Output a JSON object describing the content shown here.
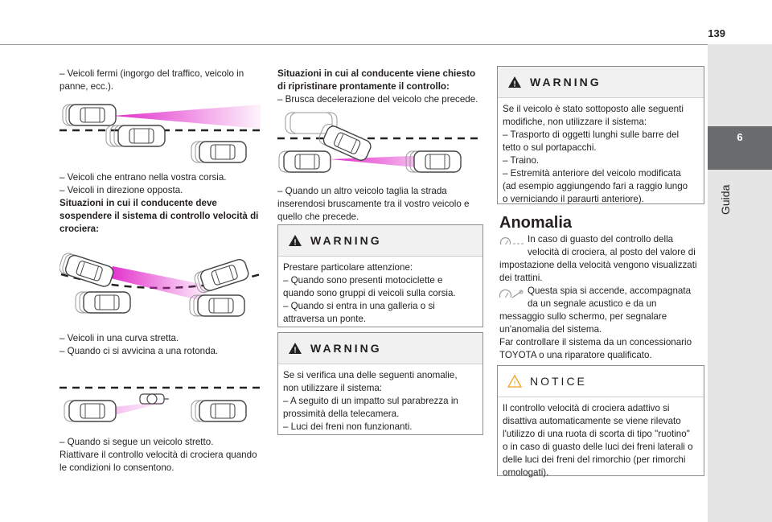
{
  "page_number": "139",
  "side_tab": {
    "number": "6",
    "label": "Guida"
  },
  "col1": {
    "t1": "– Veicoli fermi (ingorgo del traffico, veicolo in",
    "t2": "panne, ecc.).",
    "t3": "– Veicoli che entrano nella vostra corsia.",
    "t4": "– Veicoli in direzione opposta.",
    "h1": "Situazioni in cui il conducente deve",
    "h2": "sospendere il sistema di controllo velocità di",
    "h3": "crociera:",
    "t5": "– Veicoli in una curva stretta.",
    "t6": "– Quando ci si avvicina a una rotonda.",
    "t7": "– Quando si segue un veicolo stretto.",
    "t8": "Riattivare il controllo velocità di crociera quando",
    "t9": "le condizioni lo consentono."
  },
  "col2": {
    "h1": "Situazioni in cui al conducente viene chiesto",
    "h2": "di ripristinare prontamente il controllo:",
    "t1": "– Brusca decelerazione del veicolo che precede.",
    "t2": "– Quando un altro veicolo taglia la strada",
    "t3": "inserendosi bruscamente tra il vostro veicolo e",
    "t4": "quello che precede.",
    "warn1": {
      "title": "WARNING",
      "l1": "Prestare particolare attenzione:",
      "l2": "– Quando sono presenti motociclette e",
      "l3": "quando sono gruppi di veicoli sulla corsia.",
      "l4": "– Quando si entra in una galleria o si",
      "l5": "attraversa un ponte."
    },
    "warn2": {
      "title": "WARNING",
      "l1": "Se si verifica una delle seguenti anomalie,",
      "l2": "non utilizzare il sistema:",
      "l3": "– A seguito di un impatto sul parabrezza in",
      "l4": "prossimità della telecamera.",
      "l5": "– Luci dei freni non funzionanti."
    }
  },
  "col3": {
    "warn": {
      "title": "WARNING",
      "l1": "Se il veicolo è stato sottoposto alle seguenti",
      "l2": "modifiche, non utilizzare il sistema:",
      "l3": "– Trasporto di oggetti lunghi sulle barre del",
      "l4": "tetto o sul portapacchi.",
      "l5": "– Traino.",
      "l6": "– Estremità anteriore del veicolo modificata",
      "l7": "(ad esempio aggiungendo fari a raggio lungo",
      "l8": "o verniciando il paraurti anteriore)."
    },
    "anomalia_title": "Anomalia",
    "a1": "In caso di guasto del controllo della",
    "a2": "velocità di crociera, al posto del valore di",
    "a3": "impostazione della velocità vengono visualizzati",
    "a4": "dei trattini.",
    "a5": "Questa spia si accende, accompagnata",
    "a6": "da un segnale acustico e da un",
    "a7": "messaggio sullo schermo, per segnalare",
    "a8": "un'anomalia del sistema.",
    "a9": "Far controllare il sistema da un concessionario",
    "a10": "TOYOTA o una riparatore qualificato.",
    "notice": {
      "title": "NOTICE",
      "l1": "Il controllo velocità di crociera adattivo si",
      "l2": "disattiva automaticamente se viene rilevato",
      "l3": "l'utilizzo di una ruota di scorta di tipo \"ruotino\"",
      "l4": "o in caso di guasto delle luci dei freni laterali o",
      "l5": "delle luci dei freni del rimorchio (per rimorchi",
      "l6": "omologati)."
    }
  },
  "icons": {
    "warning": "warning-triangle-icon",
    "notice": "notice-triangle-icon",
    "cruise_dash": "cruise-control-dashes-icon",
    "fault_lamp": "cruise-fault-lamp-icon"
  },
  "colors": {
    "accent_pink": "#e020c8",
    "tab_active": "#6a6c6e",
    "tab_inactive": "#e5e5e5",
    "notice_orange": "#f0a020"
  }
}
